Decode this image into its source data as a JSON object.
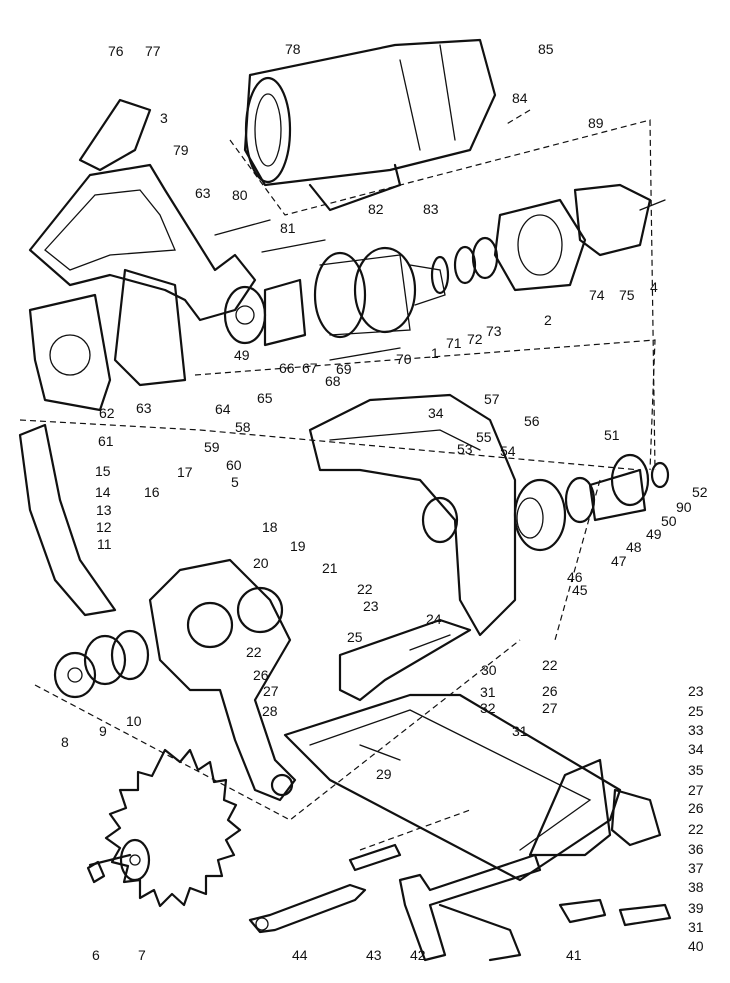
{
  "diagram": {
    "colors": {
      "ink": "#111111",
      "paper": "#ffffff"
    },
    "callouts": [
      {
        "id": "c76",
        "text": "76"
      },
      {
        "id": "c77",
        "text": "77"
      },
      {
        "id": "c78",
        "text": "78"
      },
      {
        "id": "c85",
        "text": "85"
      },
      {
        "id": "c84",
        "text": "84"
      },
      {
        "id": "c3",
        "text": "3"
      },
      {
        "id": "c89",
        "text": "89"
      },
      {
        "id": "c79",
        "text": "79"
      },
      {
        "id": "c63a",
        "text": "63"
      },
      {
        "id": "c82",
        "text": "82"
      },
      {
        "id": "c83",
        "text": "83"
      },
      {
        "id": "c80",
        "text": "80"
      },
      {
        "id": "c81",
        "text": "81"
      },
      {
        "id": "c74",
        "text": "74"
      },
      {
        "id": "c75",
        "text": "75"
      },
      {
        "id": "c4",
        "text": "4"
      },
      {
        "id": "c2",
        "text": "2"
      },
      {
        "id": "c73",
        "text": "73"
      },
      {
        "id": "c72",
        "text": "72"
      },
      {
        "id": "c71",
        "text": "71"
      },
      {
        "id": "c1",
        "text": "1"
      },
      {
        "id": "c70",
        "text": "70"
      },
      {
        "id": "c69",
        "text": "69"
      },
      {
        "id": "c68",
        "text": "68"
      },
      {
        "id": "c67",
        "text": "67"
      },
      {
        "id": "c66",
        "text": "66"
      },
      {
        "id": "c65",
        "text": "65"
      },
      {
        "id": "c49a",
        "text": "49"
      },
      {
        "id": "c64",
        "text": "64"
      },
      {
        "id": "c63b",
        "text": "63"
      },
      {
        "id": "c62",
        "text": "62"
      },
      {
        "id": "c61",
        "text": "61"
      },
      {
        "id": "c57",
        "text": "57"
      },
      {
        "id": "c34a",
        "text": "34"
      },
      {
        "id": "c56",
        "text": "56"
      },
      {
        "id": "c58",
        "text": "58"
      },
      {
        "id": "c55",
        "text": "55"
      },
      {
        "id": "c53",
        "text": "53"
      },
      {
        "id": "c59",
        "text": "59"
      },
      {
        "id": "c54",
        "text": "54"
      },
      {
        "id": "c51",
        "text": "51"
      },
      {
        "id": "c60",
        "text": "60"
      },
      {
        "id": "c15",
        "text": "15"
      },
      {
        "id": "c14",
        "text": "14"
      },
      {
        "id": "c17",
        "text": "17"
      },
      {
        "id": "c16",
        "text": "16"
      },
      {
        "id": "c5",
        "text": "5"
      },
      {
        "id": "c52",
        "text": "52"
      },
      {
        "id": "c90",
        "text": "90"
      },
      {
        "id": "c50",
        "text": "50"
      },
      {
        "id": "c49b",
        "text": "49"
      },
      {
        "id": "c48",
        "text": "48"
      },
      {
        "id": "c47",
        "text": "47"
      },
      {
        "id": "c46",
        "text": "46"
      },
      {
        "id": "c45",
        "text": "45"
      },
      {
        "id": "c13",
        "text": "13"
      },
      {
        "id": "c18",
        "text": "18"
      },
      {
        "id": "c12",
        "text": "12"
      },
      {
        "id": "c19",
        "text": "19"
      },
      {
        "id": "c11",
        "text": "11"
      },
      {
        "id": "c20",
        "text": "20"
      },
      {
        "id": "c21",
        "text": "21"
      },
      {
        "id": "c22a",
        "text": "22"
      },
      {
        "id": "c23a",
        "text": "23"
      },
      {
        "id": "c24",
        "text": "24"
      },
      {
        "id": "c25a",
        "text": "25"
      },
      {
        "id": "c22b",
        "text": "22"
      },
      {
        "id": "c26a",
        "text": "26"
      },
      {
        "id": "c30",
        "text": "30"
      },
      {
        "id": "c22c",
        "text": "22"
      },
      {
        "id": "c27a",
        "text": "27"
      },
      {
        "id": "c31a",
        "text": "31"
      },
      {
        "id": "c26b",
        "text": "26"
      },
      {
        "id": "c23b",
        "text": "23"
      },
      {
        "id": "c28",
        "text": "28"
      },
      {
        "id": "c32",
        "text": "32"
      },
      {
        "id": "c27b",
        "text": "27"
      },
      {
        "id": "c25b",
        "text": "25"
      },
      {
        "id": "c8",
        "text": "8"
      },
      {
        "id": "c9",
        "text": "9"
      },
      {
        "id": "c10",
        "text": "10"
      },
      {
        "id": "c31b",
        "text": "31"
      },
      {
        "id": "c33",
        "text": "33"
      },
      {
        "id": "c34b",
        "text": "34"
      },
      {
        "id": "c29",
        "text": "29"
      },
      {
        "id": "c35",
        "text": "35"
      },
      {
        "id": "c27c",
        "text": "27"
      },
      {
        "id": "c26c",
        "text": "26"
      },
      {
        "id": "c22d",
        "text": "22"
      },
      {
        "id": "c36",
        "text": "36"
      },
      {
        "id": "c37",
        "text": "37"
      },
      {
        "id": "c38",
        "text": "38"
      },
      {
        "id": "c39",
        "text": "39"
      },
      {
        "id": "c31c",
        "text": "31"
      },
      {
        "id": "c40",
        "text": "40"
      },
      {
        "id": "c6",
        "text": "6"
      },
      {
        "id": "c7",
        "text": "7"
      },
      {
        "id": "c44",
        "text": "44"
      },
      {
        "id": "c43",
        "text": "43"
      },
      {
        "id": "c42",
        "text": "42"
      },
      {
        "id": "c41",
        "text": "41"
      }
    ]
  }
}
